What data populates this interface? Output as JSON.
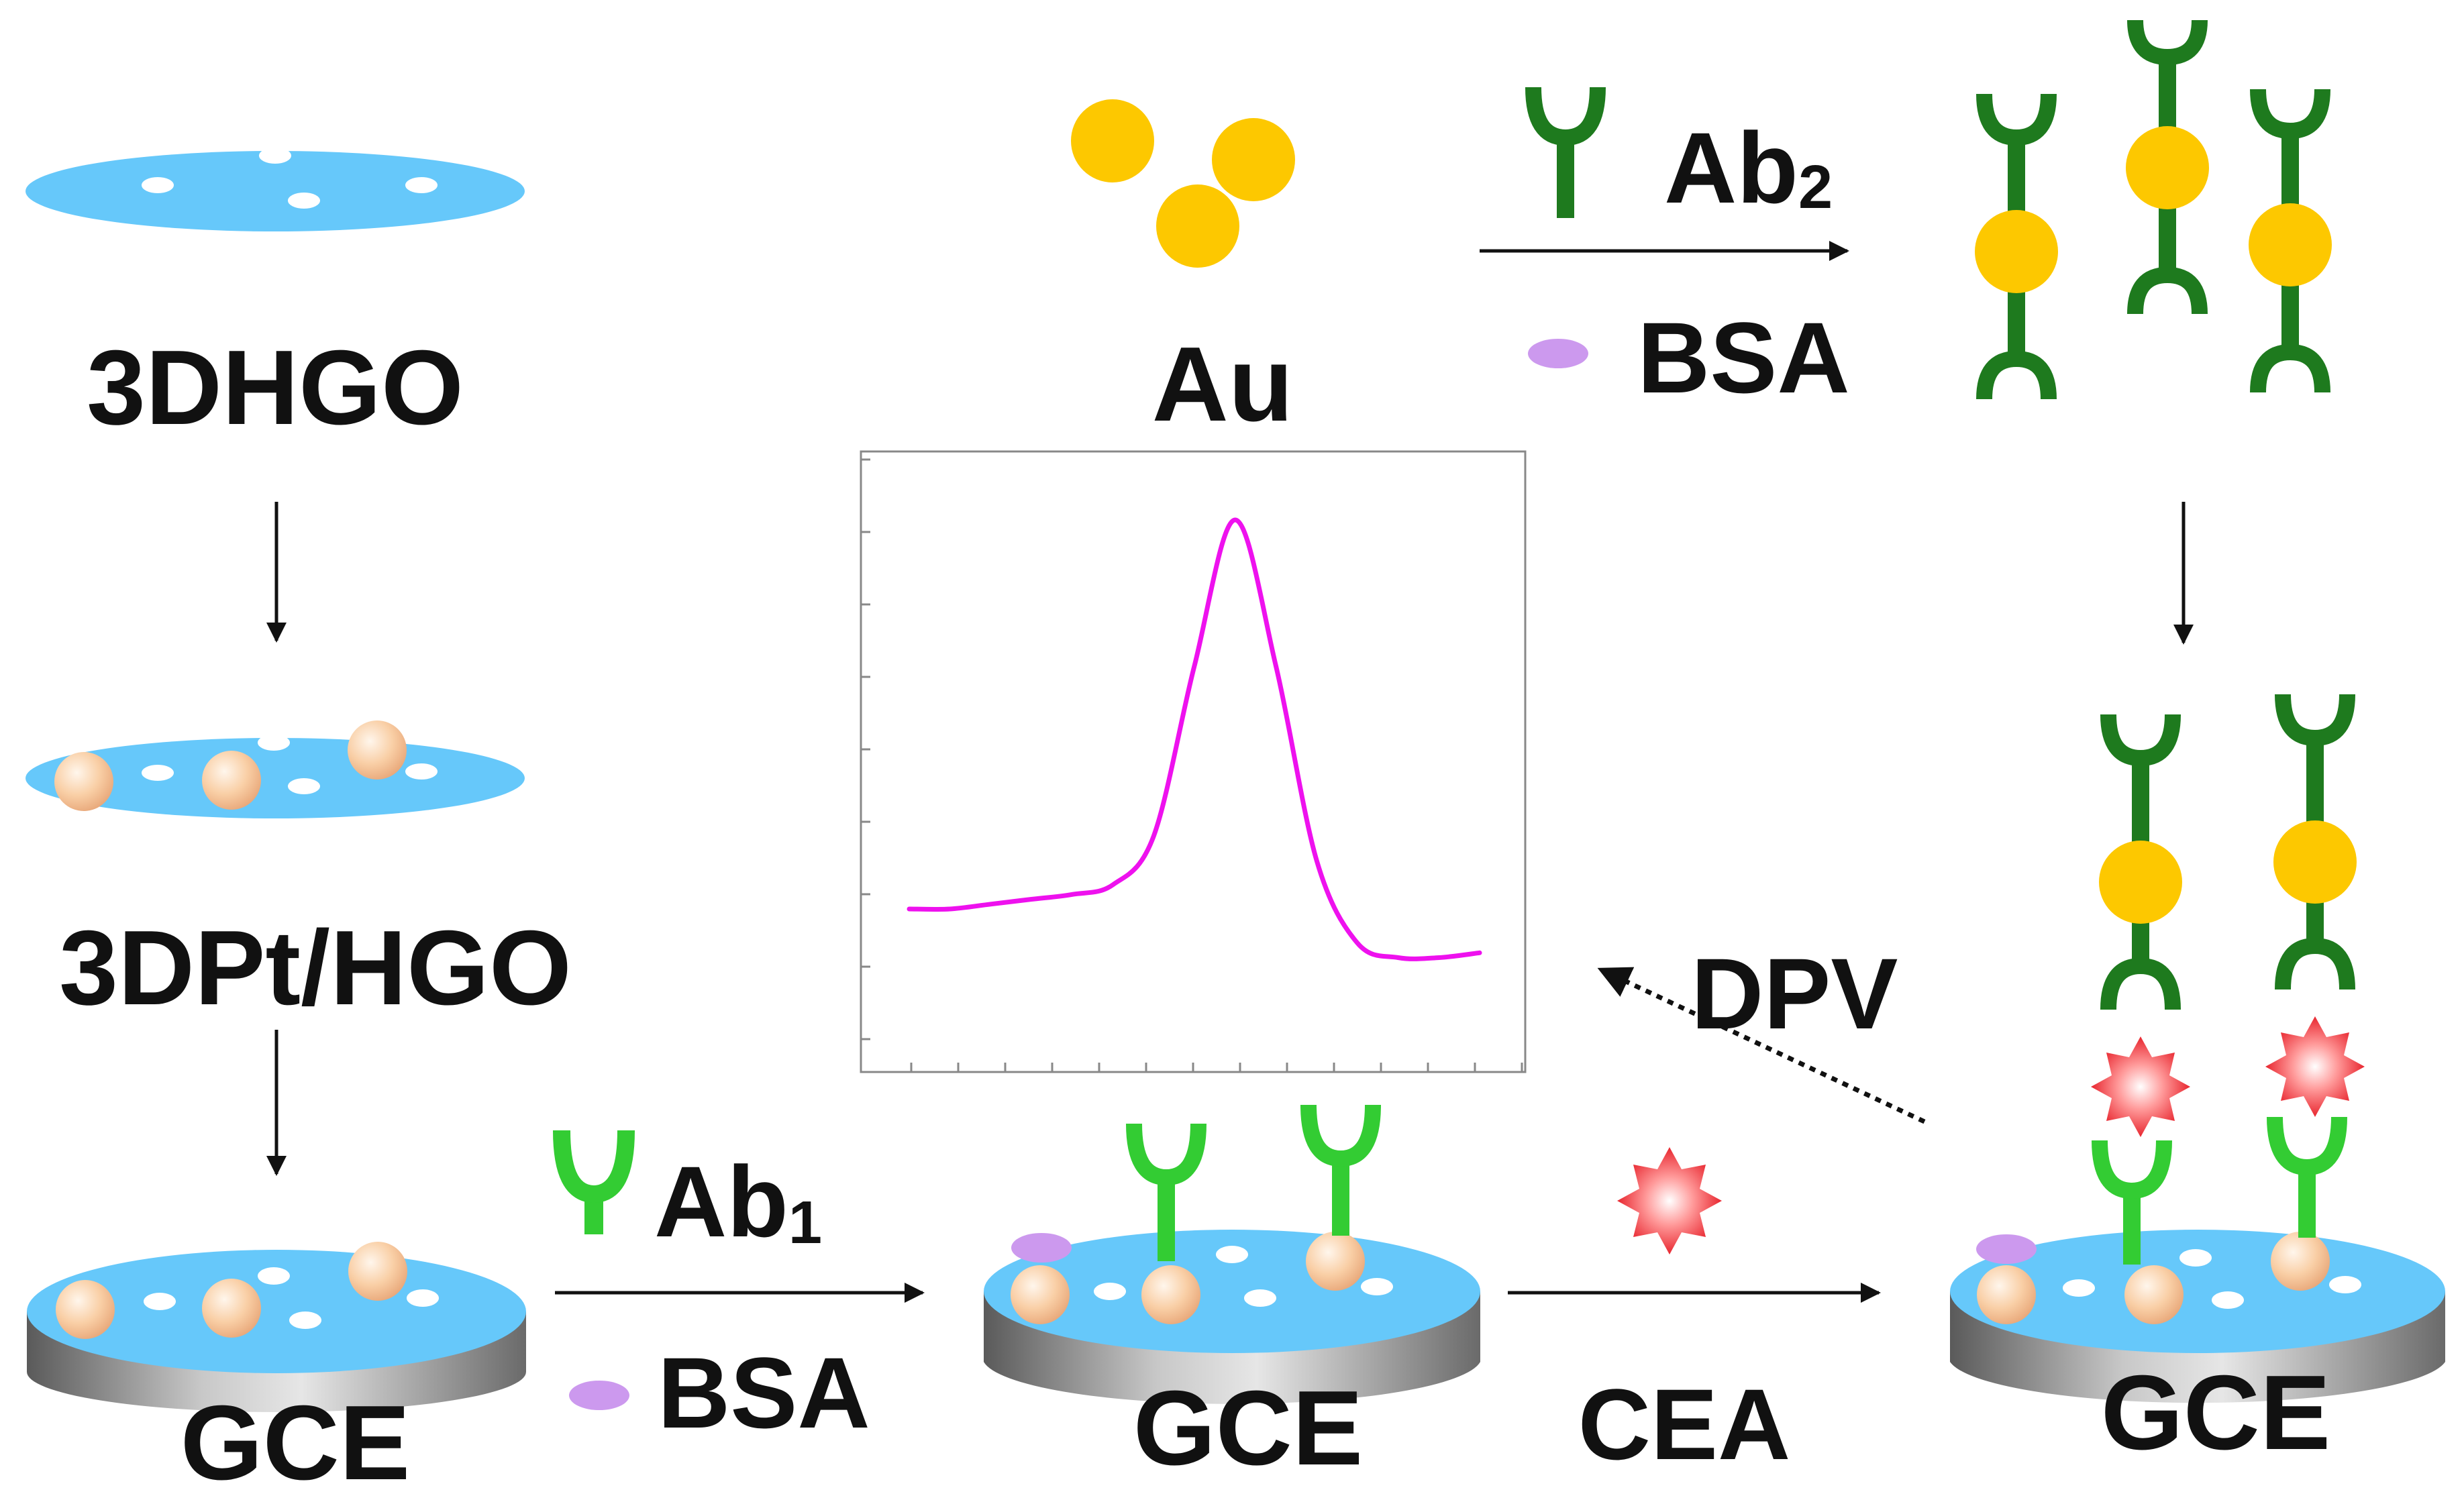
{
  "labels": {
    "graphene_oxide": "3DHGO",
    "pt_graphene": "3DPt/HGO",
    "gold": "Au",
    "ab2": "Ab",
    "ab2_sub": "2",
    "ab1": "Ab",
    "ab1_sub": "1",
    "bsa_top": "BSA",
    "bsa_bottom": "BSA",
    "electrode_left": "GCE",
    "electrode_mid": "GCE",
    "electrode_right": "GCE",
    "antigen": "CEA",
    "technique": "DPV"
  },
  "colors": {
    "sheet": "#66c8fa",
    "hole": "#ffffff",
    "gold": "#fdc800",
    "ab2_antibody": "#1e7a1e",
    "ab1_antibody": "#33cc33",
    "bsa": "#cc99ee",
    "pt_particle": "#f7c79d",
    "antigen": "#e8262f",
    "curve": "#ee11ee",
    "electrode_side": "#8a8a8a",
    "arrow": "#111111"
  },
  "icons": [
    "hole-icon",
    "pt-nanoparticle-icon",
    "gold-nanoparticle-icon",
    "antibody-icon",
    "bsa-icon",
    "antigen-star-icon",
    "electrode-icon",
    "arrow-icon"
  ],
  "chart_data": {
    "type": "line",
    "title": "",
    "xlabel": "",
    "ylabel": "",
    "series": [
      {
        "values": [
          0.2,
          0.2,
          0.21,
          0.22,
          0.23,
          0.25,
          0.35,
          0.7,
          1.0,
          0.7,
          0.3,
          0.13,
          0.1,
          0.1,
          0.11
        ]
      }
    ]
  }
}
